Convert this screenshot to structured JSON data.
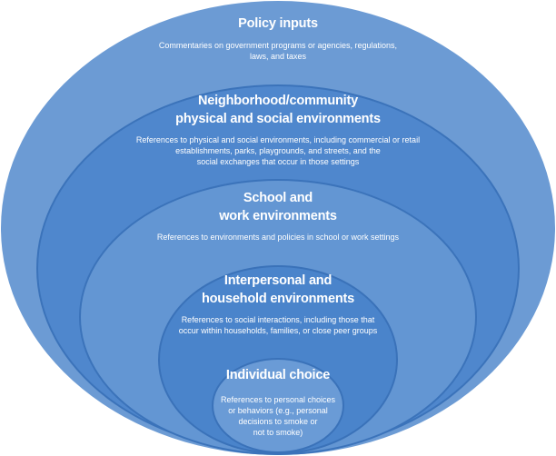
{
  "layers": [
    {
      "title_lines": [
        "Policy inputs"
      ],
      "desc_lines": [
        "Commentaries on government programs or agencies, regulations,",
        "laws, and taxes"
      ]
    },
    {
      "title_lines": [
        "Neighborhood/community",
        "physical and social environments"
      ],
      "desc_lines": [
        "References to physical and social environments, including commercial or retail",
        "establishments, parks, playgrounds, and streets, and the",
        "social exchanges that occur in those settings"
      ]
    },
    {
      "title_lines": [
        "School and",
        "work environments"
      ],
      "desc_lines": [
        "References to environments and policies in school or work settings"
      ]
    },
    {
      "title_lines": [
        "Interpersonal and",
        "household environments"
      ],
      "desc_lines": [
        "References to social interactions, including those that",
        "occur within households, families, or close peer groups"
      ]
    },
    {
      "title_lines": [
        "Individual choice"
      ],
      "desc_lines": [
        "References to personal choices",
        "or behaviors (e.g., personal",
        "decisions to smoke or",
        "not to smoke)"
      ]
    }
  ]
}
